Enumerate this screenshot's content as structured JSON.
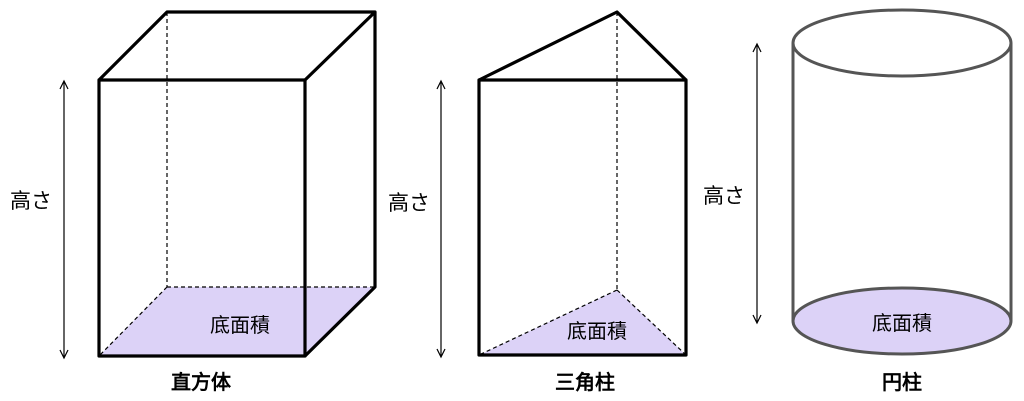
{
  "figures": [
    {
      "id": "cuboid",
      "title": "直方体",
      "height_label": "高さ",
      "base_label": "底面積"
    },
    {
      "id": "triangular-prism",
      "title": "三角柱",
      "height_label": "高さ",
      "base_label": "底面積"
    },
    {
      "id": "cylinder",
      "title": "円柱",
      "height_label": "高さ",
      "base_label": "底面積"
    }
  ],
  "colors": {
    "base_fill": "#dcd2f7",
    "edge": "#000000",
    "cylinder_edge": "#555555"
  }
}
